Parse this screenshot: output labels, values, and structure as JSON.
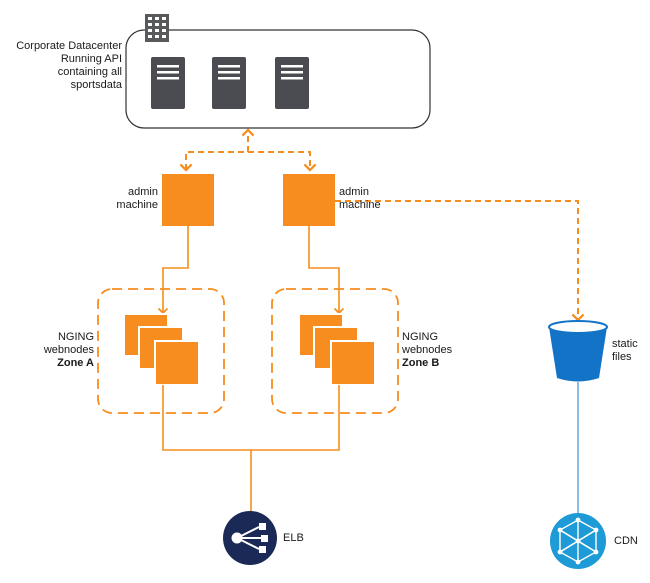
{
  "datacenter": {
    "lines": [
      "Corporate Datacenter",
      "Running API",
      "containing all",
      "sportsdata"
    ]
  },
  "admin_a": {
    "lines": [
      "admin",
      "machine"
    ]
  },
  "admin_b": {
    "lines": [
      "admin",
      "machine"
    ]
  },
  "zone_a": {
    "lines": [
      "NGING",
      "webnodes"
    ],
    "zone": "Zone A"
  },
  "zone_b": {
    "lines": [
      "NGING",
      "webnodes"
    ],
    "zone": "Zone B"
  },
  "static_files": {
    "lines": [
      "static",
      "files"
    ]
  },
  "elb": {
    "label": "ELB"
  },
  "cdn": {
    "label": "CDN"
  },
  "icons": [
    "building-icon",
    "server-icon",
    "ec2-instance-icon",
    "s3-bucket-icon",
    "elb-icon",
    "cdn-icon"
  ],
  "colors": {
    "orange": "#f68d1e",
    "orange_dark": "#e5700a",
    "server": "#4a4c52",
    "navy": "#1b2956",
    "s3_blue": "#1273c7",
    "cdn_blue": "#1e9ad6",
    "line_blue": "#3b8fd6"
  }
}
